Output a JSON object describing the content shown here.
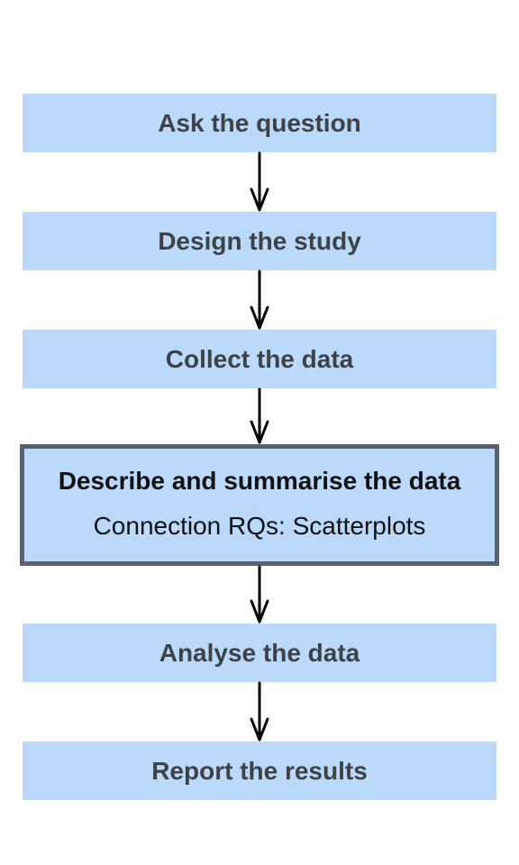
{
  "steps": [
    {
      "label": "Ask the question"
    },
    {
      "label": "Design the study"
    },
    {
      "label": "Collect the data"
    },
    {
      "label": "Describe and summarise the data",
      "sublabel": "Connection RQs: Scatterplots",
      "active": true
    },
    {
      "label": "Analyse the data"
    },
    {
      "label": "Report the results"
    }
  ],
  "colors": {
    "box_fill": "#bbdafb",
    "active_border": "#566173",
    "text": "#3f4146",
    "arrow": "#000000"
  }
}
